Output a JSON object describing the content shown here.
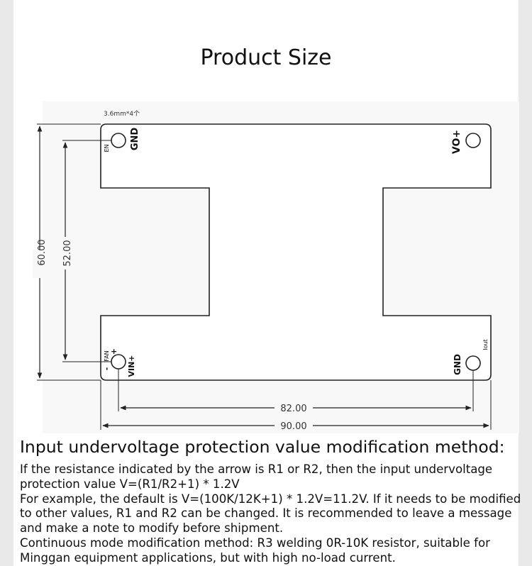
{
  "title": "Product Size",
  "drawing": {
    "hole_spec": "3.6mm*4个",
    "labels": {
      "gnd_top": "GND",
      "en": "EN",
      "vo_plus": "VO+",
      "fan": "FAN",
      "plus": "+",
      "minus": "-",
      "vin_plus": "VIN+",
      "gnd_bottom": "GND",
      "iout": "Iout"
    },
    "dimensions": {
      "height_outer": "60.00",
      "height_inner": "52.00",
      "width_inner": "82.00",
      "width_outer": "90.00"
    }
  },
  "section": {
    "heading": "Input undervoltage protection value modification method:",
    "lines": [
      "If the resistance indicated by the arrow is R1 or R2, then the input undervoltage",
      "protection value V=(R1/R2+1) * 1.2V",
      "For example, the default is V=(100K/12K+1) * 1.2V=11.2V. If it needs to be modified",
      "to other values, R1 and R2 can be changed. It is recommended to leave a message",
      "and make a note to modify before shipment.",
      "Continuous mode modification method: R3 welding 0R-10K resistor, suitable for",
      "Minggan equipment applications, but with high no-load current."
    ]
  }
}
